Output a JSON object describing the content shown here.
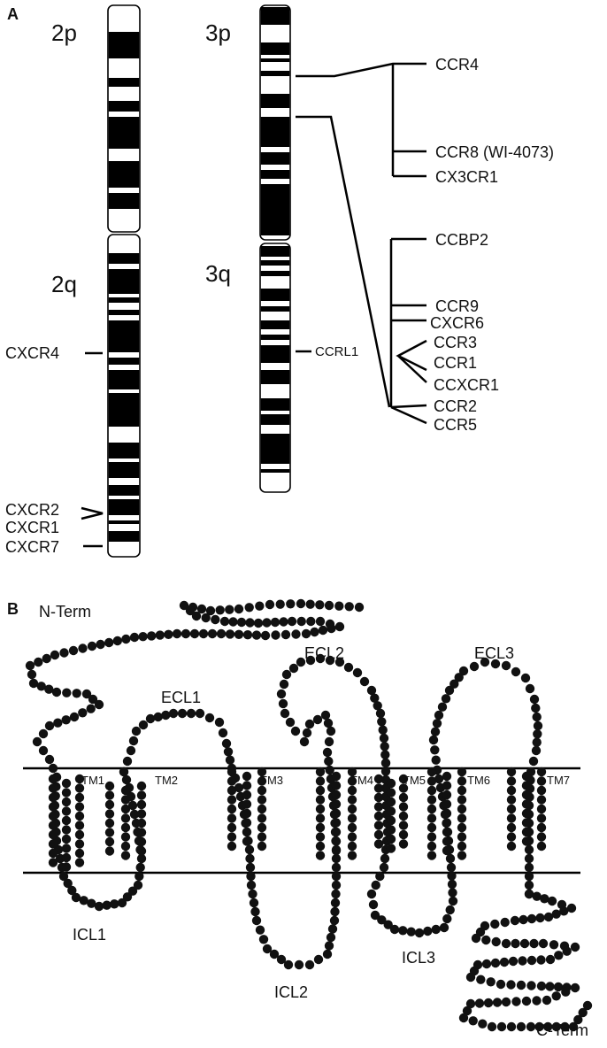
{
  "panels": {
    "a": "A",
    "b": "B"
  },
  "chromosomes": {
    "chr2": {
      "p_label": "2p",
      "q_label": "2q",
      "genes": {
        "cxcr4": "CXCR4",
        "cxcr2": "CXCR2",
        "cxcr1": "CXCR1",
        "cxcr7": "CXCR7"
      }
    },
    "chr3": {
      "p_label": "3p",
      "q_label": "3q",
      "genes": {
        "ccrl1": "CCRL1",
        "ccr4": "CCR4",
        "ccr8": "CCR8 (WI-4073)",
        "cx3cr1": "CX3CR1",
        "ccbp2": "CCBP2",
        "ccr9": "CCR9",
        "cxcr6": "CXCR6",
        "ccr3": "CCR3",
        "ccr1": "CCR1",
        "ccxcr1": "CCXCR1",
        "ccr2": "CCR2",
        "ccr5": "CCR5"
      }
    }
  },
  "receptor": {
    "n_term": "N-Term",
    "c_term": "C-Term",
    "ecl1": "ECL1",
    "ecl2": "ECL2",
    "ecl3": "ECL3",
    "icl1": "ICL1",
    "icl2": "ICL2",
    "icl3": "ICL3",
    "tm1": "TM1",
    "tm2": "TM2",
    "tm3": "TM3",
    "tm4": "TM4",
    "tm5": "TM5",
    "tm6": "TM6",
    "tm7": "TM7"
  },
  "colors": {
    "ink": "#111111",
    "background": "#ffffff"
  }
}
